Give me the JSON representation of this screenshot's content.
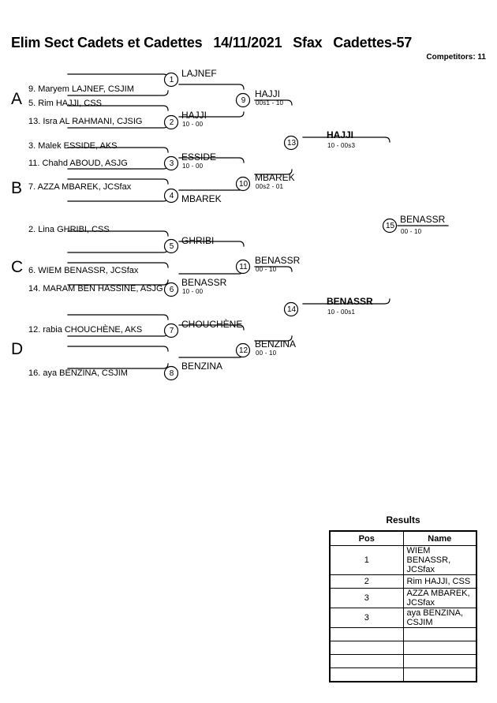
{
  "header": {
    "event": "Elim Sect Cadets et Cadettes",
    "date": "14/11/2021",
    "city": "Sfax",
    "category": "Cadettes-57",
    "competitors": "Competitors: 11"
  },
  "pools": [
    {
      "letter": "A"
    },
    {
      "letter": "B"
    },
    {
      "letter": "C"
    },
    {
      "letter": "D"
    }
  ],
  "seeds": [
    {
      "label": "9. Maryem LAJNEF, CSJIM"
    },
    {
      "label": "5. Rim HAJJI, CSS"
    },
    {
      "label": "13. Isra AL RAHMANI, CJSIG"
    },
    {
      "label": "3. Malek ESSIDE, AKS"
    },
    {
      "label": "11. Chahd ABOUD, ASJG"
    },
    {
      "label": "7. AZZA MBAREK, JCSfax"
    },
    {
      "label": "2. Lina GHRIBI, CSS"
    },
    {
      "label": "6. WIEM BENASSR, JCSfax"
    },
    {
      "label": "14. MARAM BEN HASSINE, ASJG"
    },
    {
      "label": "12. rabia CHOUCHÈNE, AKS"
    },
    {
      "label": "16. aya BENZINA, CSJIM"
    }
  ],
  "matches": [
    {
      "num": "1",
      "winner": "LAJNEF",
      "score": ""
    },
    {
      "num": "2",
      "winner": "HAJJI",
      "score": "10 - 00"
    },
    {
      "num": "3",
      "winner": "ESSIDE",
      "score": "10 - 00"
    },
    {
      "num": "4",
      "winner": "MBAREK",
      "score": ""
    },
    {
      "num": "5",
      "winner": "GHRIBI",
      "score": ""
    },
    {
      "num": "6",
      "winner": "BENASSR",
      "score": "10 - 00"
    },
    {
      "num": "7",
      "winner": "CHOUCHÈNE",
      "score": ""
    },
    {
      "num": "8",
      "winner": "BENZINA",
      "score": ""
    },
    {
      "num": "9",
      "winner": "HAJJI",
      "score": "00s1 - 10"
    },
    {
      "num": "10",
      "winner": "MBAREK",
      "score": "00s2 - 01"
    },
    {
      "num": "11",
      "winner": "BENASSR",
      "score": "00 - 10"
    },
    {
      "num": "12",
      "winner": "BENZINA",
      "score": "00 - 10"
    },
    {
      "num": "13",
      "winner": "HAJJI",
      "score": "10 - 00s3"
    },
    {
      "num": "14",
      "winner": "BENASSR",
      "score": "10 - 00s1"
    },
    {
      "num": "15",
      "winner": "BENASSR",
      "score": "00 - 10"
    }
  ],
  "results": {
    "title": "Results",
    "columns": [
      "Pos",
      "Name"
    ],
    "rows": [
      {
        "pos": "1",
        "name": "WIEM BENASSR, JCSfax"
      },
      {
        "pos": "2",
        "name": "Rim HAJJI, CSS"
      },
      {
        "pos": "3",
        "name": "AZZA MBAREK, JCSfax"
      },
      {
        "pos": "3",
        "name": "aya BENZINA, CSJIM"
      },
      {
        "pos": "",
        "name": ""
      },
      {
        "pos": "",
        "name": ""
      },
      {
        "pos": "",
        "name": ""
      },
      {
        "pos": "",
        "name": ""
      }
    ]
  }
}
